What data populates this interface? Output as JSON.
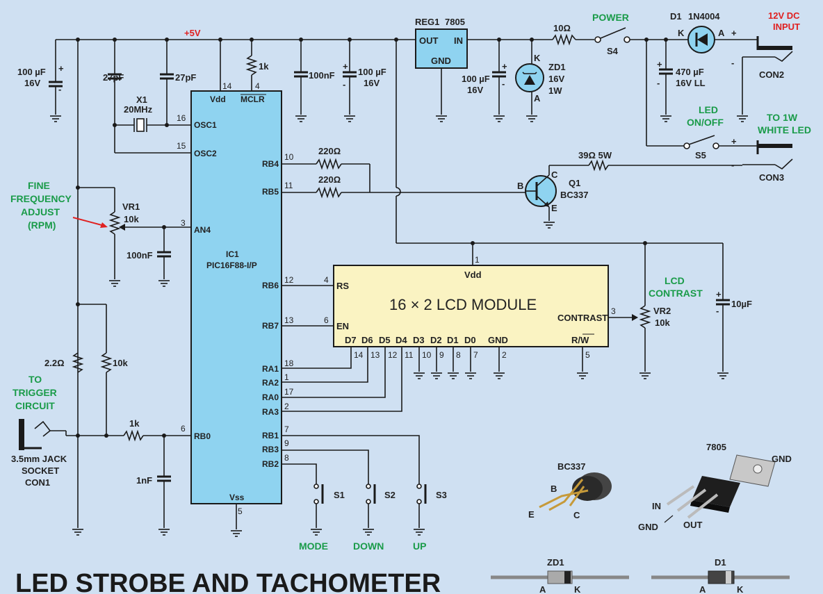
{
  "title": "LED STROBE AND TACHOMETER",
  "rail": {
    "label": "+5V"
  },
  "ic1": {
    "name": "IC1",
    "part": "PIC16F88-I/P",
    "vdd": "Vdd",
    "vss": "Vss",
    "mclr": "MCLR",
    "pins": {
      "vdd": "14",
      "mclr": "4",
      "osc1": "16",
      "osc2": "15",
      "an4": "3",
      "rb0": "6",
      "vss": "5",
      "rb4": "10",
      "rb5": "11",
      "rb6": "12",
      "rb7": "13",
      "ra1": "18",
      "ra2": "1",
      "ra0": "17",
      "ra3": "2",
      "rb1": "7",
      "rb3": "9",
      "rb2": "8"
    },
    "signals": {
      "osc1": "OSC1",
      "osc2": "OSC2",
      "an4": "AN4",
      "rb0": "RB0",
      "rb4": "RB4",
      "rb5": "RB5",
      "rb6": "RB6",
      "rb7": "RB7",
      "ra1": "RA1",
      "ra2": "RA2",
      "ra0": "RA0",
      "ra3": "RA3",
      "rb1": "RB1",
      "rb3": "RB3",
      "rb2": "RB2"
    }
  },
  "lcd": {
    "title": "16 × 2 LCD MODULE",
    "vdd": "Vdd",
    "contrast": "CONTRAST",
    "rs": "RS",
    "en": "EN",
    "gnd": "GND",
    "rw": "R/W",
    "data_labels": [
      "D7",
      "D6",
      "D5",
      "D4",
      "D3",
      "D2",
      "D1",
      "D0"
    ],
    "data_pins": [
      "14",
      "13",
      "12",
      "11",
      "10",
      "9",
      "8",
      "7"
    ],
    "pin_vdd": "1",
    "pin_rs": "4",
    "pin_en": "6",
    "pin_contrast": "3",
    "pin_gnd": "2",
    "pin_rw": "5"
  },
  "reg1": {
    "name": "REG1",
    "part": "7805",
    "out": "OUT",
    "in": "IN",
    "gnd": "GND"
  },
  "parts": {
    "c_left": {
      "value": "100 µF",
      "volt": "16V"
    },
    "c27_1": "27pF",
    "c27_2": "27pF",
    "r_mclr": "1k",
    "x1": {
      "name": "X1",
      "value": "20MHz"
    },
    "c100n_top": "100nF",
    "c100u_mid": {
      "value": "100 µF",
      "volt": "16V"
    },
    "c100u_reg": {
      "value": "100 µF",
      "volt": "16V"
    },
    "zd1": {
      "name": "ZD1",
      "volt": "16V",
      "power": "1W",
      "k": "K",
      "a": "A"
    },
    "r10": "10Ω",
    "s4": "S4",
    "d1": {
      "name": "D1",
      "part": "1N4004",
      "k": "K",
      "a": "A"
    },
    "c470": {
      "value": "470 µF",
      "volt": "16V LL"
    },
    "s5": "S5",
    "r39": "39Ω 5W",
    "r220a": "220Ω",
    "r220b": "220Ω",
    "q1": {
      "name": "Q1",
      "part": "BC337",
      "b": "B",
      "c": "C",
      "e": "E"
    },
    "vr1": {
      "name": "VR1",
      "value": "10k"
    },
    "c100n_vr": "100nF",
    "r22": "2.2Ω",
    "r10k": "10k",
    "r1k": "1k",
    "c1n": "1nF",
    "vr2": {
      "name": "VR2",
      "value": "10k"
    },
    "c10u": "10µF",
    "s1": "S1",
    "s2": "S2",
    "s3": "S3",
    "con1": [
      "3.5mm JACK",
      "SOCKET",
      "CON1"
    ],
    "con2": "CON2",
    "con3": "CON3"
  },
  "labels": {
    "power": "POWER",
    "input": [
      "12V DC",
      "INPUT"
    ],
    "led_onoff": [
      "LED",
      "ON/OFF"
    ],
    "to_led": [
      "TO 1W",
      "WHITE LED"
    ],
    "fine": [
      "FINE",
      "FREQUENCY",
      "ADJUST",
      "(RPM)"
    ],
    "trigger": [
      "TO",
      "TRIGGER",
      "CIRCUIT"
    ],
    "lcd_contrast": [
      "LCD",
      "CONTRAST"
    ],
    "mode": "MODE",
    "down": "DOWN",
    "up": "UP"
  },
  "pinouts": {
    "bc337": {
      "name": "BC337",
      "b": "B",
      "e": "E",
      "c": "C"
    },
    "reg": {
      "name": "7805",
      "gnd_tab": "GND",
      "in": "IN",
      "gnd": "GND",
      "out": "OUT"
    },
    "zd1": {
      "name": "ZD1",
      "a": "A",
      "k": "K"
    },
    "d1": {
      "name": "D1",
      "a": "A",
      "k": "K"
    }
  },
  "plus": "+",
  "minus": "-"
}
